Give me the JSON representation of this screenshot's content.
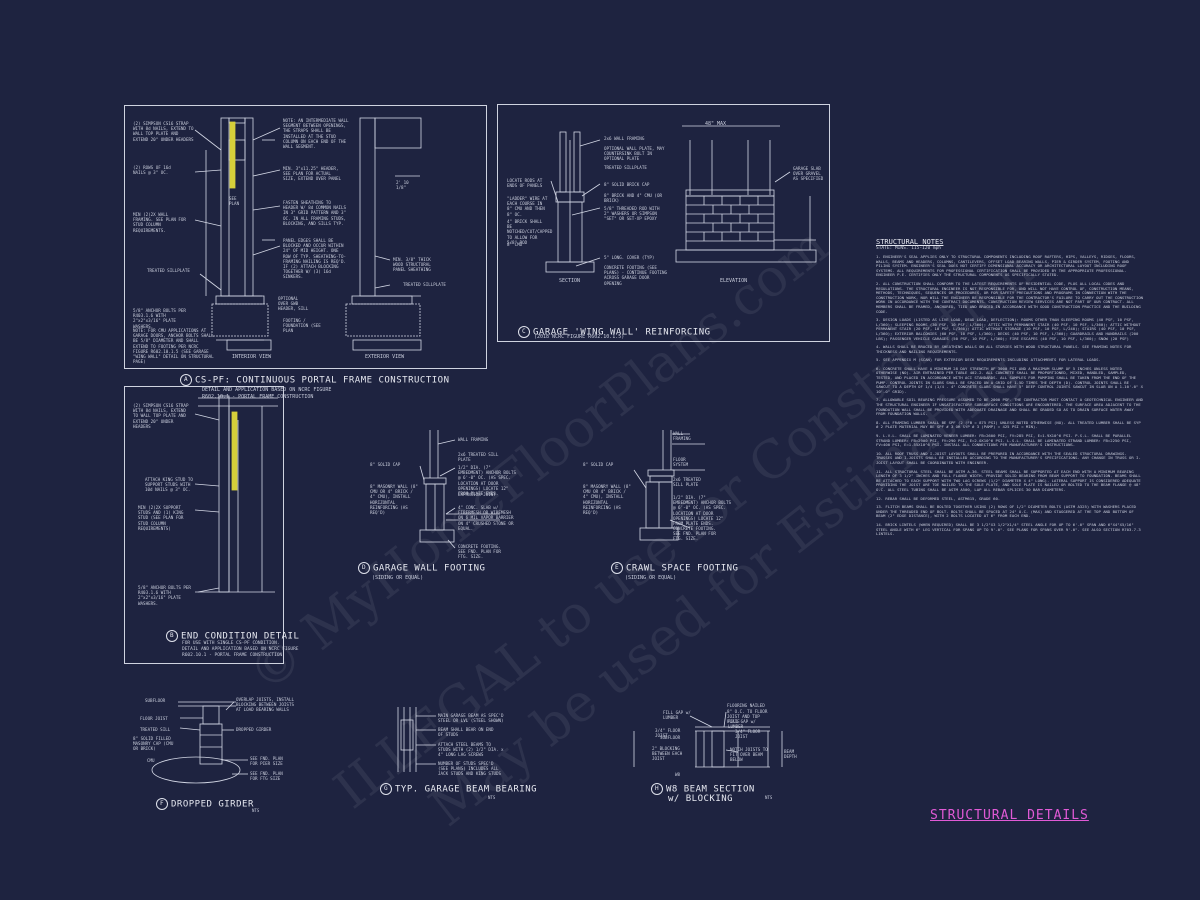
{
  "sheet": {
    "title": "STRUCTURAL DETAILS",
    "accent_color": "#e05ad6",
    "background": "#1e2340"
  },
  "watermark": {
    "line1": "© MyHomeFloorPlans.com",
    "line2": "ILLEGAL to use for Construction",
    "line3": "May be used for Estimating"
  },
  "details": {
    "a": {
      "letter": "A",
      "title": "CS-PF: CONTINUOUS PORTAL FRAME CONSTRUCTION",
      "sub1": "DETAIL AND APPLICATION BASED ON NCRC FIGURE",
      "sub2": "R602.10.1 - PORTAL FRAME CONSTRUCTION",
      "view1": "INTERIOR VIEW",
      "view2": "EXTERIOR VIEW",
      "notes": [
        "(2) SIMPSON CS16 STRAP WITH 8d NAILS, EXTEND TO WALL TOP PLATE AND EXTEND 20\" UNDER HEADERS",
        "(2) ROWS OF 16d NAILS @ 3\" OC.",
        "MIN (2)2X WALL FRAMING. SEE PLAN FOR STUD COLUMN REQUIREMENTS.",
        "TREATED SILLPLATE",
        "5/8\" ANCHOR BOLTS PER R403.1.6 WITH 2\"x2\"x3/16\" PLATE WASHERS.",
        "NOTE: FOR CMU APPLICATIONS AT GARAGE DOORS, ANCHOR BOLTS SHALL BE 5/8\" DIAMETER AND SHALL EXTEND TO FOOTING PER NCRC FIGURE R602.10.1.5 (SEE GARAGE \"WING WALL\" DETAIL ON STRUCTURAL PAGE)",
        "NOTE: AN INTERMEDIATE WALL SEGMENT BETWEEN OPENINGS, THE STRAPS SHALL BE INSTALLED AT THE STUD COLUMN ON EACH END OF THE WALL SEGMENT.",
        "MIN. 3\"x11.25\" HEADER, SEE PLAN FOR ACTUAL SIZE, EXTEND OVER PANEL",
        "FASTEN SHEATHING TO HEADER W/ 8d COMMON NAILS IN 3\" GRID PATTERN AND 3\" OC. IN ALL FRAMING STUDS, BLOCKING, AND SILLS TYP.",
        "PANEL EDGES SHALL BE BLOCKED AND OCCUR WITHIN 24\" OF MID HEIGHT. ONE ROW OF TYP. SHEATHING-TO-FRAMING NAILING IS REQ'D. IF (2) ATTACH BLOCKING TOGETHER W/ (3) 16d SINKERS.",
        "MIN. 3/8\" THICK WOOD STRUCTURAL PANEL SHEATHING",
        "TREATED SILLPLATE",
        "FOOTING / FOUNDATION (SEE PLAN",
        "OPTIONAL OVER GWB HEADER, SILL",
        "2' 10 1/8\"",
        "SEE PLAN"
      ]
    },
    "b": {
      "letter": "B",
      "title": "END CONDITION DETAIL",
      "sub1": "FOR USE WITH SINGLE CS-PF CONDITION.",
      "sub2": "DETAIL AND APPLICATION BASED ON NCRC FIGURE",
      "sub3": "R602.10.1 - PORTAL FRAME CONSTRUCTION",
      "notes": [
        "(2) SIMPSON CS16 STRAP WITH 8d NAILS, EXTEND TO WALL TOP PLATE AND EXTEND 20\" UNDER HEADERS",
        "ATTACH KING STUD TO SUPPORT STUDS WITH 10d NAILS @ 3\" OC.",
        "MIN (2)2X SUPPORT STUDS AND (1) KING STUD (SEE PLAN FOR STUD COLUMN REQUIREMENTS)",
        "5/8\" ANCHOR BOLTS PER R403.1.6 WITH 2\"x2\"x3/16\" PLATE WASHERS."
      ]
    },
    "c": {
      "letter": "C",
      "title": "GARAGE 'WING WALL' REINFORCING",
      "sub1": "(2018 NCRC FIGURE R602.10.1.5)",
      "section": "SECTION",
      "elevation": "ELEVATION",
      "dim": "48\" MAX",
      "notes": [
        "LOCATE RODS AT ENDS OF PANELS",
        "\"LADDER\" WIRE AT EACH COURSE IN 8\" CMU AND THEN 8\" OC.",
        "4\" BRICK SHALL BE NOTCHED/CUT/CAPPED TO ALLOW FOR 5/8\" ROD",
        "8\" CMU",
        "2x6 WALL FRAMING",
        "OPTIONAL WALL PLATE, MAY COUNTERSINK BOLT IN OPTIONAL PLATE",
        "TREATED SILLPLATE",
        "8\" SOLID BRICK CAP",
        "8\" BRICK AND 4\" CMU (OR BRICK)",
        "5/8\" THREADED ROD WITH 2\" WASHERS OR SIMPSON \"SET\" OR SET-XP EPOXY",
        "5\" LONG. COVER (TYP)",
        "CONCRETE FOOTING (SEE PLANS) - CONTINUE FOOTING ACROSS GARAGE DOOR OPENING",
        "GARAGE SLAB OVER GRAVEL AS SPECIFIED"
      ]
    },
    "d": {
      "letter": "D",
      "title": "GARAGE WALL FOOTING",
      "sub1": "(SIDING OR EQUAL)",
      "notes": [
        "8\" SOLID CAP",
        "8\" MASONRY WALL (8\" CMU OR 4\" BRICK / 4\" CMU), INSTALL HORIZONTAL REINFORCING (AS REQ'D)",
        "WALL FRAMING",
        "2x6 TREATED SILL PLATE",
        "1/2\" DIA. (7\" EMBEDMENT) ANCHOR BOLTS @ 6'-0\" OC. (AS SPEC. LOCATION AT DOOR OPENINGS) LOCATE 12\" FROM PLATE ENDS.",
        "EXPANSION JOINT",
        "4\" CONC. SLAB w/ FIBERMESH OR WIREMESH ON 6 MIL VAPOR BARRIER ON 4\" CRUSHED STONE OR EQUAL.",
        "CONCRETE FOOTING. SEE FND. PLAN FOR FTG. SIZE."
      ]
    },
    "e": {
      "letter": "E",
      "title": "CRAWL SPACE FOOTING",
      "sub1": "(SIDING OR EQUAL)",
      "notes": [
        "8\" SOLID CAP",
        "8\" MASONRY WALL (8\" CMU OR 4\" BRICK / 4\" CMU), INSTALL HORIZONTAL REINFORCING (AS REQ'D)",
        "WALL FRAMING",
        "FLOOR SYSTEM",
        "2x6 TREATED SILL PLATE",
        "1/2\" DIA. (7\" EMBEDMENT) ANCHOR BOLTS @ 6'-0\" OC. (AS SPEC. LOCATION AT DOOR OPENINGS) LOCATE 12\" FROM PLATE ENDS.",
        "CONCRETE FOOTING. SEE FND. PLAN FOR FTG. SIZE."
      ]
    },
    "f": {
      "letter": "F",
      "title": "DROPPED GIRDER",
      "scale": "NTS",
      "notes": [
        "SUBFLOOR",
        "FLOOR JOIST",
        "TREATED SILL",
        "8\" SOLID FILLED MASONRY CAP (CMU OR BRICK)",
        "CMU",
        "OVERLAP JOISTS, INSTALL BLOCKING BETWEEN JOISTS AT LOAD BEARING WALLS",
        "DROPPED GIRDER",
        "SEE FND. PLAN FOR PIER SIZE",
        "SEE FND. PLAN FOR FTG SIZE"
      ]
    },
    "g": {
      "letter": "G",
      "title": "TYP. GARAGE BEAM BEARING",
      "scale": "NTS",
      "notes": [
        "MAIN GARAGE BEAM AS SPEC'D STEEL OR LVL (STEEL SHOWN)",
        "BEAM SHALL BEAR ON END OF STUDS",
        "ATTACH STEEL BEAMS TO STUDS WITH (2) 1/2\" DIA. x 4\" LONG LAG SCREWS",
        "NUMBER OF STUDS SPEC'D (SEE PLANS) INCLUDES ALL JACK STUDS AND KING STUDS"
      ]
    },
    "h": {
      "letter": "H",
      "title": "W8 BEAM SECTION",
      "title2": "w/ BLOCKING",
      "scale": "NTS",
      "notes": [
        "FILL GAP w/ LUMBER",
        "3/4\" FLOOR JOIST",
        "SUBFLOOR",
        "2\" BLOCKING BETWEEN EACH JOIST",
        "FLOORING NAILED",
        "8\" O.C. TO FLOOR JOIST AND TOP PLATE",
        "FILL GAP w/ LUMBER",
        "3/4\" FLOOR JOIST",
        "NOTCH JOISTS TO FIT OVER BEAM BELOW",
        "W8",
        "BEAM DEPTH"
      ]
    }
  },
  "structural_notes": {
    "title": "STRUCTURAL NOTES",
    "meta": "STATE: MINS. 115-120 mph",
    "items": [
      "1. ENGINEER'S SEAL APPLIES ONLY TO STRUCTURAL COMPONENTS INCLUDING ROOF RAFTERS, HIPS, VALLEYS, RIDGES, FLOORS, WALLS, BEAMS AND HEADERS, COLUMNS, CANTILEVERS, OFFSET LOAD BEARING WALLS, PIER & GIRDER SYSTEM, FOOTING AND PILING SYSTEM. ENGINEER'S SEAL DOES NOT CERTIFY DIMENSIONAL ACCURACY OR ARCHITECTURAL LAYOUT INCLUDING ROOF SYSTEMS. ALL REQUIREMENTS FOR PROFESSIONAL CERTIFICATION SHALL BE PROVIDED BY THE APPROPRIATE PROFESSIONAL. ENGINEER P.E. CERTIFIES ONLY THE STRUCTURAL COMPONENTS AS SPECIFICALLY STATED.",
      "2. ALL CONSTRUCTION SHALL CONFORM TO THE LATEST REQUIREMENTS OF RESIDENTIAL CODE, PLUS ALL LOCAL CODES AND REGULATIONS. THE STRUCTURAL ENGINEER IS NOT RESPONSIBLE FOR, AND WILL NOT HAVE CONTROL OF, CONSTRUCTION MEANS, METHODS, TECHNIQUES, SEQUENCES OR PROCEDURES, OR FOR SAFETY PRECAUTIONS AND PROGRAMS IN CONNECTION WITH THE CONSTRUCTION WORK, NOR WILL THE ENGINEER BE RESPONSIBLE FOR THE CONTRACTOR'S FAILURE TO CARRY OUT THE CONSTRUCTION WORK IN ACCORDANCE WITH THE CONTRACT DOCUMENTS. CONSTRUCTION REVIEW SERVICES ARE NOT PART OF OUR CONTRACT. ALL MEMBERS SHALL BE FRAMED, ANCHORED, TIED AND BRACED IN ACCORDANCE WITH GOOD CONSTRUCTION PRACTICE AND THE BUILDING CODE.",
      "3. DESIGN LOADS (LISTED AS LIVE LOAD, DEAD LOAD, DEFLECTION): ROOMS OTHER THAN SLEEPING ROOMS (40 PSF, 10 PSF, L/360); SLEEPING ROOMS (30 PSF, 10 PSF, L/360); ATTIC WITH PERMANENT STAIR (40 PSF, 10 PSF, L/360); ATTIC WITHOUT PERMANENT STAIR (20 PSF, 10 PSF, L/360); ATTIC WITHOUT STORAGE (10 PSF, 10 PSF, L/240); STAIRS (40 PSF, 10 PSF, L/360); EXTERIOR BALCONIES (60 PSF, 10 PSF, L/360); DECKS (40 PSF, 10 PSF, L/360); GUARDRAILS AND HANDRAILS (200 LBS); PASSENGER VEHICLE GARAGES (50 PSF, 10 PSF, L/360); FIRE ESCAPES (40 PSF, 10 PSF, L/360); SNOW (20 PSF)",
      "4. WALLS SHALL BE BRACED BY SHEATHING WALLS ON ALL STORIES WITH WOOD STRUCTURAL PANELS. SEE FRAMING NOTES FOR THICKNESS AND NAILING REQUIREMENTS.",
      "5. SEE APPENDIX M (SCAN) FOR EXTERIOR DECK REQUIREMENTS INCLUDING ATTACHMENTS FOR LATERAL LOADS.",
      "6. CONCRETE SHALL HAVE A MINIMUM 28 DAY STRENGTH OF 3000 PSI AND A MAXIMUM SLUMP OF 5 INCHES UNLESS NOTED OTHERWISE (NO). AIR ENTRAINED PER TABLE 402.2. ALL CONCRETE SHALL BE PROPORTIONED, MIXED, HANDLED, SAMPLED, TESTED, AND PLACED IN ACCORDANCE WITH ACI STANDARDS. ALL SAMPLES FOR PUMPING SHALL BE TAKEN FROM THE END OF THE PUMP. CONTROL JOINTS IN SLABS SHALL BE SPACED ON A GRID OF 1.5D TIMES THE DEPTH (D). CONTROL JOINTS SHALL BE SAWCUT TO A DEPTH OF 1/4 (1/4 - 4\" CONCRETE SLABS SHALL HAVE 5\" DEEP CONTROL JOINTS SAWCUT IN SLAB ON A 1-10'-0\" x 10'-0\" GRID).",
      "7. ALLOWABLE SOIL BEARING PRESSURE ASSUMED TO BE 2000 PSF. THE CONTRACTOR MUST CONTACT A GEOTECHNICAL ENGINEER AND THE STRUCTURAL ENGINEER IF UNSATISFACTORY SUBSURFACE CONDITIONS ARE ENCOUNTERED. THE SURFACE AREA ADJACENT TO THE FOUNDATION WALL SHALL BE PROVIDED WITH ADEQUATE DRAINAGE AND SHALL BE GRADED SO AS TO DRAIN SURFACE WATER AWAY FROM FOUNDATION WALLS.",
      "8. ALL FRAMING LUMBER SHALL BE SPF (2 (Fb = 875 PSI) UNLESS NOTED OTHERWISE (NO). ALL TREATED LUMBER SHALL BE SYP # 2 PLATE MATERIAL MAY BE SPF # 3 OR SYP # 3 (pamp) = 425 PSI = MIN).",
      "9. L.V.L. SHALL BE LAMINATED VENEER LUMBER: Fb=2600 PSI, Fv=285 PSI, E=1.9x10^6 PSI. P.S.L. SHALL BE PARALLEL STRAND LUMBER: Fb=2900 PSI, Fv=290 PSI, E=2.0x10^6 PSI. L.S.L. SHALL BE LAMINATED STRAND LUMBER: Fb=2250 PSI, Fv=400 PSI, E=1.55x10^6 PSI. INSTALL ALL CONNECTIONS PER MANUFACTURER'S INSTRUCTIONS.",
      "10. ALL ROOF TRUSS AND I-JOIST LAYOUTS SHALL BE PREPARED IN ACCORDANCE WITH THE SEALED STRUCTURAL DRAWINGS. TRUSSES AND I-JOISTS SHALL BE INSTALLED ACCORDING TO THE MANUFACTURER'S SPECIFICATIONS. ANY CHANGE IN TRUSS OR I-JOIST LAYOUT SHALL BE COORDINATED WITH ENGINEER.",
      "11. ALL STRUCTURAL STEEL SHALL BE ASTM A-36. STEEL BEAMS SHALL BE SUPPORTED AT EACH END WITH A MINIMUM BEARING LENGTH OF 3 1/2\" INCHES AND FULL FLANGE WIDTH. PROVIDE SOLID BEARING FROM BEAM SUPPORT TO FOUNDATION. BEAMS SHALL BE ATTACHED TO EACH SUPPORT WITH TWO LAG SCREWS (1/2\" DIAMETER x 4\" LONG). LATERAL SUPPORT IS CONSIDERED ADEQUATE PROVIDING THE JOIST ARE TOE NAILED TO THE SOLE PLATE, AND SOLE PLATE IS NAILED OR BOLTED TO THE BEAM FLANGE @ 48\" O.C. ALL STEEL TUBING SHALL BE ASTM A500, LAP ALL REBAR SPLICES 30 BAR DIAMETERS.",
      "12. REBAR SHALL BE DEFORMED STEEL, ASTM615, GRADE 60.",
      "13. FLITCH BEAMS SHALL BE BOLTED TOGETHER USING (2) ROWS OF 1/2\" DIAMETER BOLTS (ASTM A325) WITH WASHERS PLACED UNDER THE THREADED END OF BOLT. BOLTS SHALL BE SPACED AT 24\" O.C. (MAX) AND STAGGERED AT THE TOP AND BOTTOM OF BEAM (2\" EDGE DISTANCE), WITH 2 BOLTS LOCATED AT 6\" FROM EACH END.",
      "14. BRICK LINTELS (WHEN REQUIRED) SHALL BE 3 1/2\"x3 1/2\"x1/4\" STEEL ANGLE FOR UP TO 6'-0\" SPAN AND 6\"x4\"x5/16\" STEEL ANGLE WITH 6\" LEG VERTICAL FOR SPANS UP TO 9'-0\". SEE PLANS FOR SPANS OVER 9'-0\". SEE ALSO SECTION R703.7.3 LINTELS."
    ]
  }
}
